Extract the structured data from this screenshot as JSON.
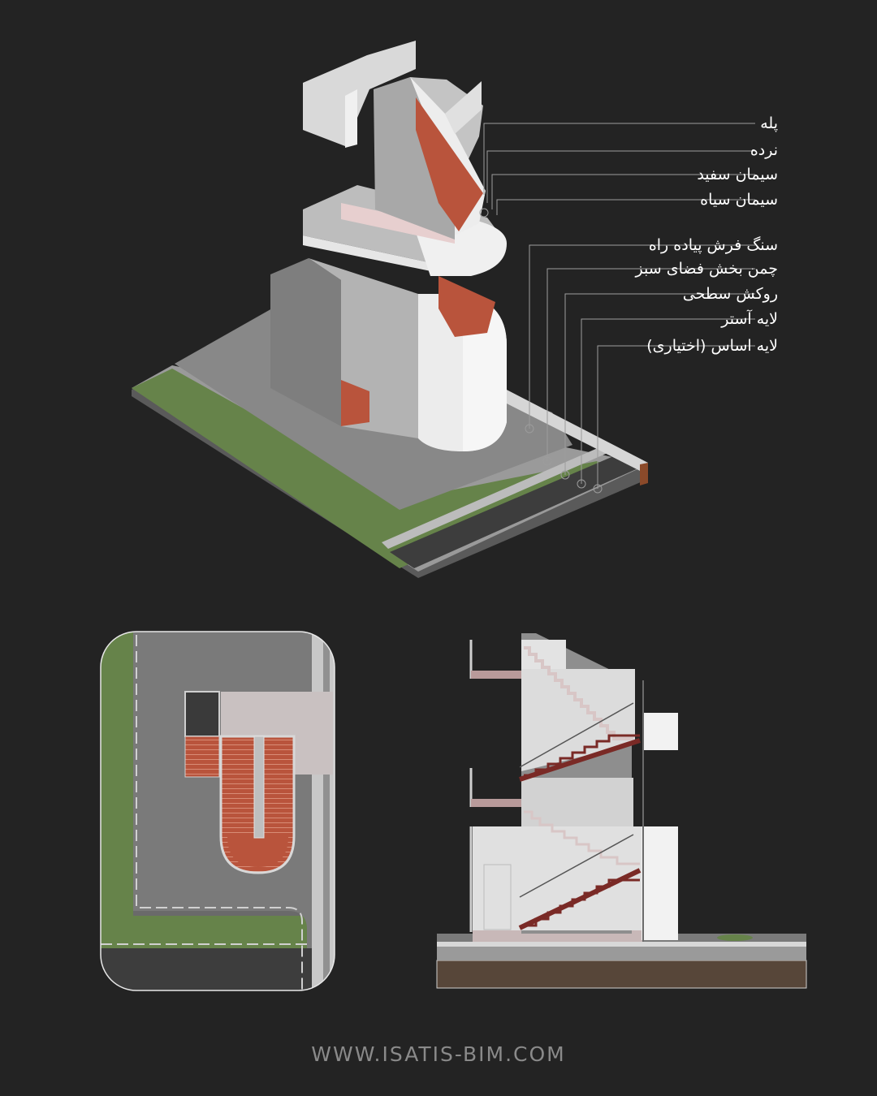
{
  "labels": {
    "stair": "پله",
    "railing": "نرده",
    "white_cement": "سیمان سفید",
    "black_cement": "سیمان سیاه",
    "paving_stone": "سنگ فرش پیاده راه",
    "lawn": "چمن بخش فضای سبز",
    "surface_coating": "روکش سطحی",
    "sub_layer": "لایه آستر",
    "base_layer": "لایه اساس (اختیاری)"
  },
  "footer": {
    "website": "WWW.ISATIS-BIM.COM"
  },
  "colors": {
    "background": "#232323",
    "stair_tread": "#b9543c",
    "concrete_white": "#efefef",
    "concrete_grey": "#8c8c8c",
    "lawn": "#66834a",
    "paving": "#7d7d7d",
    "soil": "#574639"
  }
}
